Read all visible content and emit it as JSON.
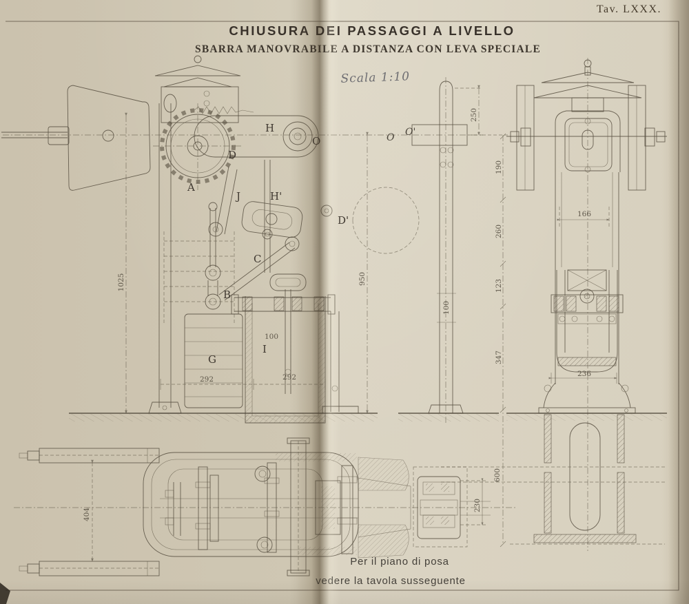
{
  "page": {
    "plate_number": "Tav. LXXX.",
    "title": "CHIUSURA DEI PASSAGGI A LIVELLO",
    "subtitle": "SBARRA MANOVRABILE A DISTANZA CON LEVA SPECIALE",
    "scale_note": "Scala 1:10",
    "footnote_line1": "Per il piano di posa",
    "footnote_line2": "vedere la tavola susseguente"
  },
  "labels": {
    "a": "A",
    "b": "B",
    "c": "C",
    "d": "D",
    "d_prime": "D'",
    "g": "G",
    "h": "H",
    "h_prime": "H'",
    "i": "I",
    "j": "J",
    "o": "O",
    "o_axis": "O",
    "o_prime": "O'"
  },
  "dims": {
    "d1025": "1025",
    "d950": "950",
    "d100_post": "100",
    "d250": "250",
    "d190": "190",
    "d260": "260",
    "d123": "123",
    "d347": "347",
    "d600": "600",
    "d166": "166",
    "d236": "236",
    "d292_left": "292",
    "d292_right": "292",
    "d100_case": "100",
    "d404": "404",
    "d230": "230"
  },
  "colors": {
    "paper-left": "#cbc2ae",
    "paper-right": "#d9d2c1",
    "ink": "#564e40",
    "title-ink": "#38312a",
    "scala-ink": "#5a5b63",
    "fold-shadow": "#42361f"
  }
}
